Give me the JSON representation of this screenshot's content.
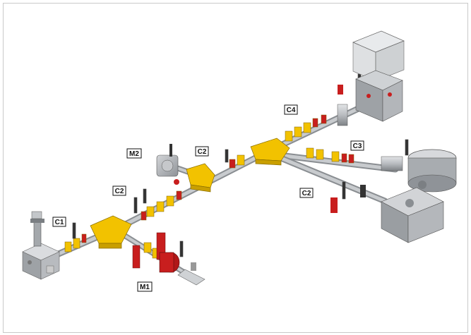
{
  "labels": {
    "c1": "C1",
    "c2_lower": "C2",
    "m2": "M2",
    "c2_upper": "C2",
    "c4": "C4",
    "c3": "C3",
    "c2_right": "C2",
    "m1": "M1"
  },
  "colors": {
    "magnet_yellow": "#f2c200",
    "quad_red": "#c81e1e",
    "pipe_gray": "#b9bcc0",
    "chamber_gray": "#8f9398"
  }
}
